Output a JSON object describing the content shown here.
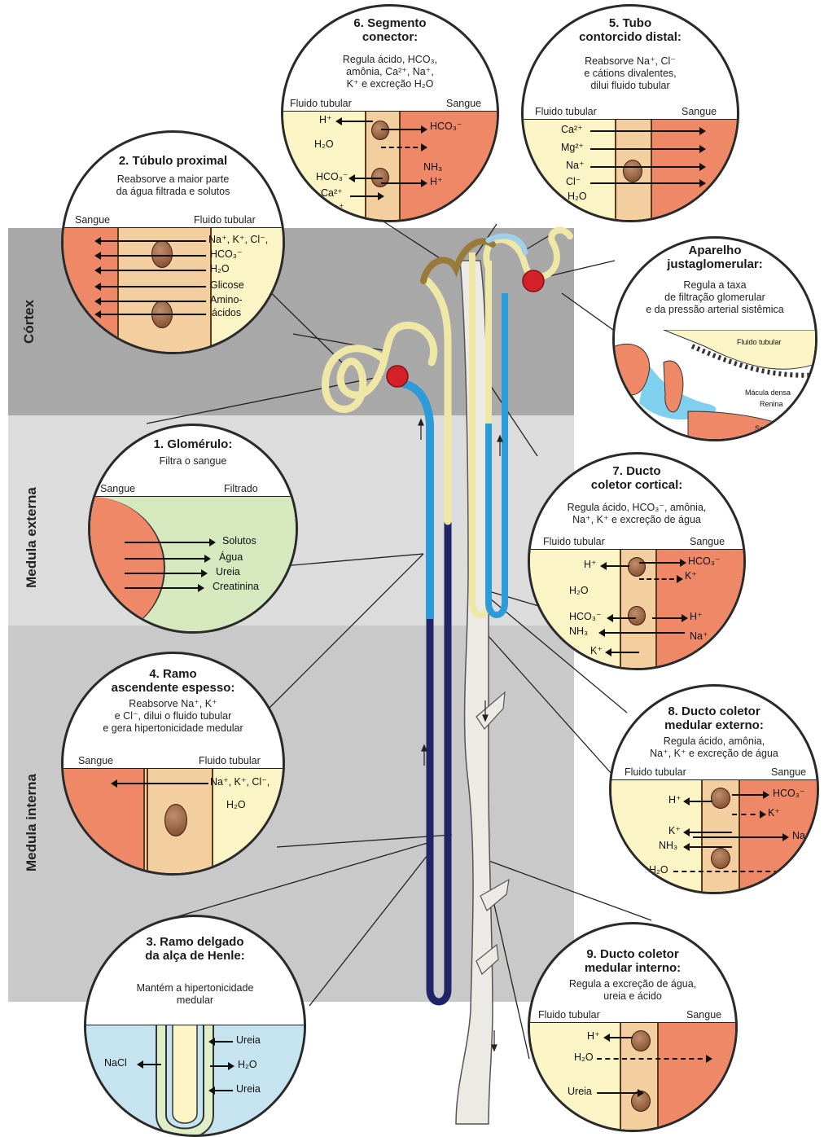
{
  "colors": {
    "blood": "#ee8866",
    "tubular_fluid": "#fbf4c4",
    "filtrate": "#d6e9be",
    "interstitium": "#c5e4ef",
    "cell": "#f3cf9f",
    "cortex_zone": "#a8a8a8",
    "outer_medulla_zone": "#dcdcdc",
    "inner_medulla_zone": "#c9c9c9",
    "thick_limb": "#2d9bd8",
    "thin_limb": "#1f2566",
    "tubule": "#eee7a6",
    "collecting_duct": "#eceae4"
  },
  "zones": {
    "cortex": "Córtex",
    "outer_medulla": "Medula externa",
    "inner_medulla": "Medula interna"
  },
  "panels": {
    "p1": {
      "title": "1. Glomérulo:",
      "desc": "Filtra o sangue",
      "left": "Sangue",
      "right": "Filtrado",
      "labels": [
        "Solutos",
        "Água",
        "Ureia",
        "Creatinina"
      ]
    },
    "p2": {
      "title": "2. Túbulo proximal",
      "desc": "Reabsorve a maior parte\nda água filtrada e solutos",
      "left": "Sangue",
      "right": "Fluido tubular",
      "labels": [
        "Na⁺, K⁺, Cl⁻,",
        "HCO₃⁻",
        "H₂O",
        "Glicose",
        "Amino-",
        "ácidos"
      ]
    },
    "p3": {
      "title": "3. Ramo delgado\nda alça de Henle:",
      "desc": "Mantém a hipertonicidade\nmedular",
      "labels": [
        "NaCl",
        "Ureia",
        "H₂O",
        "Ureia"
      ]
    },
    "p4": {
      "title": "4. Ramo\nascendente espesso:",
      "desc": "Reabsorve Na⁺, K⁺\ne Cl⁻, dilui o fluido tubular\ne gera hipertonicidade medular",
      "left": "Sangue",
      "right": "Fluido tubular",
      "labels": [
        "Na⁺, K⁺, Cl⁻,",
        "H₂O"
      ]
    },
    "p5": {
      "title": "5. Tubo\ncontorcido distal:",
      "desc": "Reabsorve Na⁺, Cl⁻\ne cátions divalentes,\ndilui fluido tubular",
      "left": "Fluido tubular",
      "right": "Sangue",
      "labels": [
        "Ca²⁺",
        "Mg²⁺",
        "Na⁺",
        "Cl⁻",
        "H₂O"
      ]
    },
    "p6": {
      "title": "6. Segmento\nconector:",
      "desc": "Regula ácido, HCO₃,\namônia, Ca²⁺, Na⁺,\nK⁺ e excreção H₂O",
      "left": "Fluido tubular",
      "right": "Sangue",
      "labels": [
        "H⁺",
        "HCO₃⁻",
        "H₂O",
        "NH₃",
        "HCO₃⁻",
        "H⁺",
        "Ca²⁺",
        "Na⁺"
      ]
    },
    "p7": {
      "title": "7. Ducto\ncoletor cortical:",
      "desc": "Regula ácido, HCO₃⁻, amônia,\nNa⁺, K⁺ e excreção de água",
      "left": "Fluido tubular",
      "right": "Sangue",
      "labels": [
        "H⁺",
        "HCO₃⁻",
        "K⁺",
        "H₂O",
        "HCO₃⁻",
        "H⁺",
        "NH₃",
        "Na⁺",
        "K⁺"
      ]
    },
    "p8": {
      "title": "8. Ducto coletor\nmedular externo:",
      "desc": "Regula ácido, amônia,\nNa⁺, K⁺ e excreção de água",
      "left": "Fluido tubular",
      "right": "Sangue",
      "labels": [
        "H⁺",
        "HCO₃⁻",
        "K⁺",
        "K⁺",
        "NH₃",
        "Na⁺",
        "H₂O"
      ]
    },
    "p9": {
      "title": "9. Ducto coletor\nmedular interno:",
      "desc": "Regula a excreção de água,\nureia e ácido",
      "left": "Fluido tubular",
      "right": "Sangue",
      "labels": [
        "H⁺",
        "H₂O",
        "Ureia"
      ]
    },
    "jga": {
      "title": "Aparelho\njustaglomerular:",
      "desc": "Regula a taxa\nde filtração glomerular\ne da pressão arterial sistêmica",
      "labels": [
        "Fluido tubular",
        "Mácula densa",
        "Renina",
        "Sangue"
      ]
    }
  }
}
